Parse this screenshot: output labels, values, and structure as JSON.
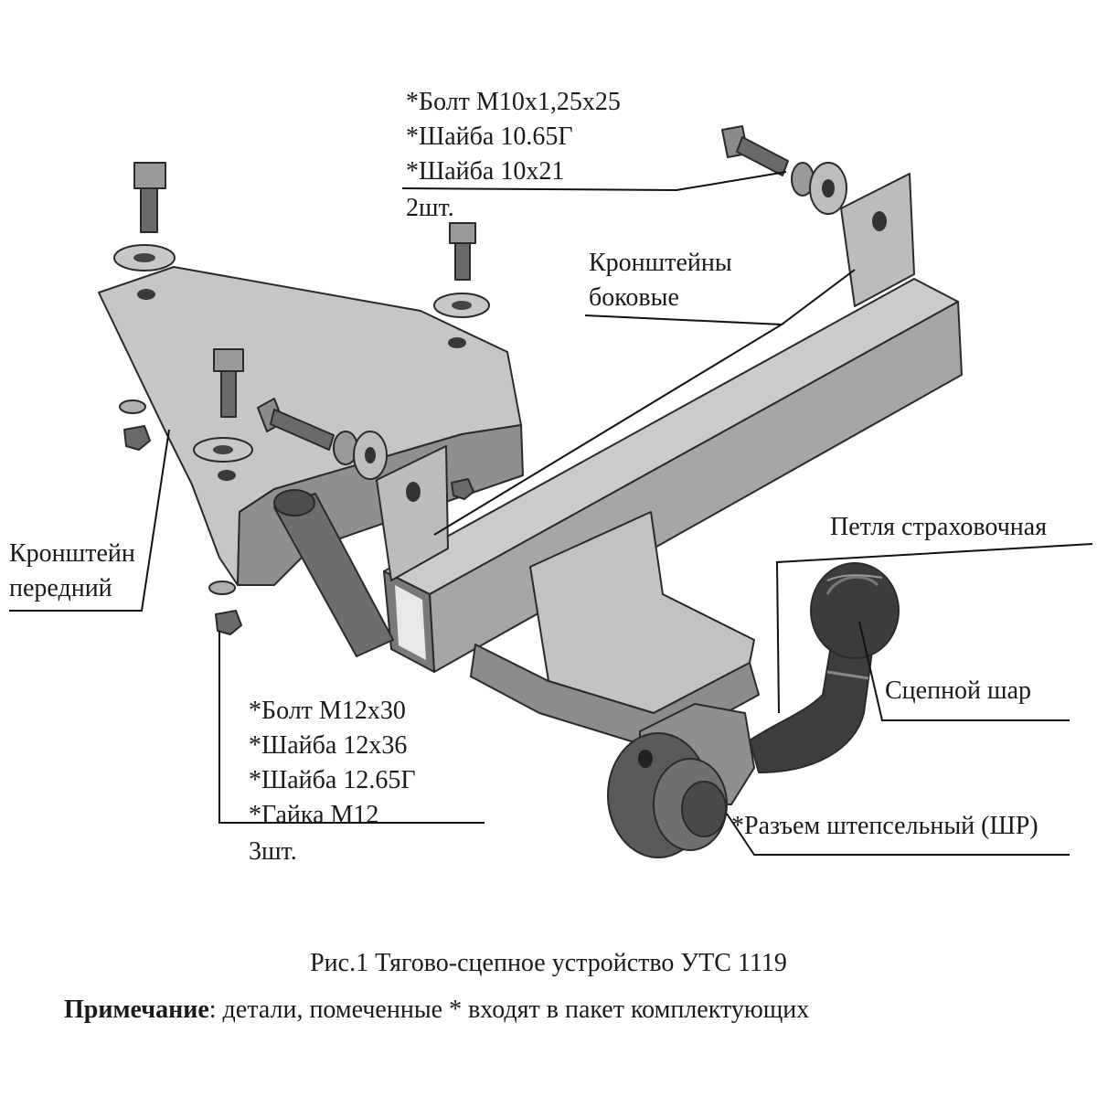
{
  "labels": {
    "top_bolt_kit": [
      "*Болт М10х1,25х25",
      "*Шайба 10.65Г",
      "*Шайба 10х21",
      "2шт."
    ],
    "side_brackets": [
      "Кронштейны",
      "боковые"
    ],
    "front_bracket": [
      "Кронштейн",
      "передний"
    ],
    "safety_loop": "Петля страховочная",
    "hitch_ball": "Сцепной шар",
    "bottom_bolt_kit": [
      "*Болт М12х30",
      "*Шайба 12х36",
      "*Шайба 12.65Г",
      "*Гайка М12",
      "3шт."
    ],
    "socket": "*Разъем штепсельный (ШР)"
  },
  "caption": {
    "title": "Рис.1 Тягово-сцепное устройство УТС 1119",
    "note_bold": "Примечание",
    "note_rest": ": детали, помеченные * входят в пакет комплектующих"
  },
  "colors": {
    "metal_light": "#c9c9c9",
    "metal_mid": "#a8a8a8",
    "metal_dark": "#5a5a5a",
    "ball": "#3c3c3c"
  }
}
